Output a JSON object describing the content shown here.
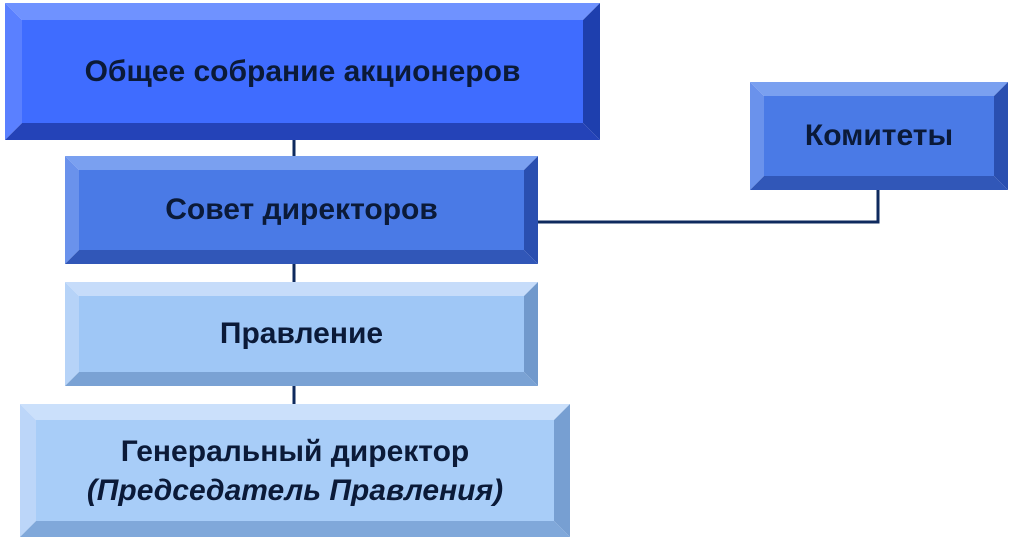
{
  "boxes": {
    "general_meeting": "Общее собрание акционеров",
    "board_of_directors": "Совет директоров",
    "management_board": "Правление",
    "ceo_line1": "Генеральный директор",
    "ceo_line2": "(Председатель Правления)",
    "committees": "Комитеты"
  },
  "colors": {
    "dark_blue": "#3f6cff",
    "mid_blue": "#4a7ae6",
    "light_blue": "#9fc7f6",
    "connector": "#0e2a5e"
  }
}
